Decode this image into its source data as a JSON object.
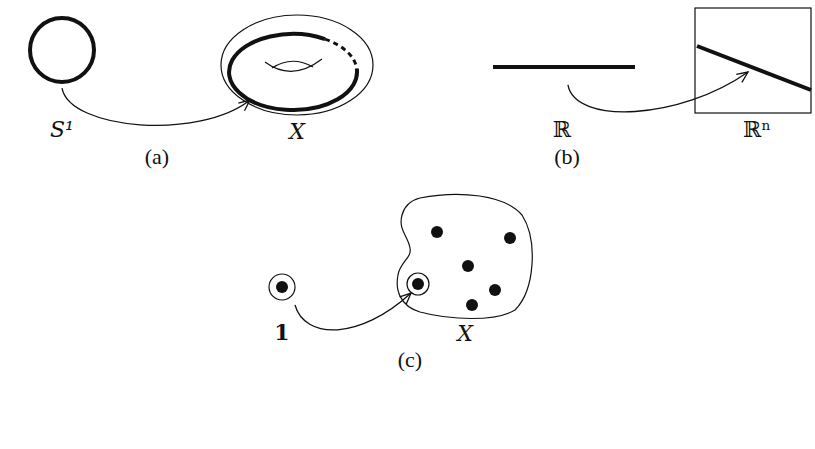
{
  "diagram": {
    "nodes": [
      {
        "text": [
          "S¹"
        ]
      },
      {
        "text": [
          "X"
        ]
      },
      {
        "text": [
          "ℝ"
        ]
      },
      {
        "text": [
          "ℝⁿ"
        ]
      },
      {
        "text": [
          "1"
        ]
      },
      {
        "text": [
          "X"
        ]
      }
    ],
    "edges": [
      {
        "from": 0,
        "to": 1,
        "arrow": "to"
      },
      {
        "from": 2,
        "to": 3,
        "arrow": "to"
      },
      {
        "from": 4,
        "to": 5,
        "arrow": "to"
      }
    ],
    "labels": [
      "(a)",
      "(b)",
      "(c)"
    ]
  }
}
